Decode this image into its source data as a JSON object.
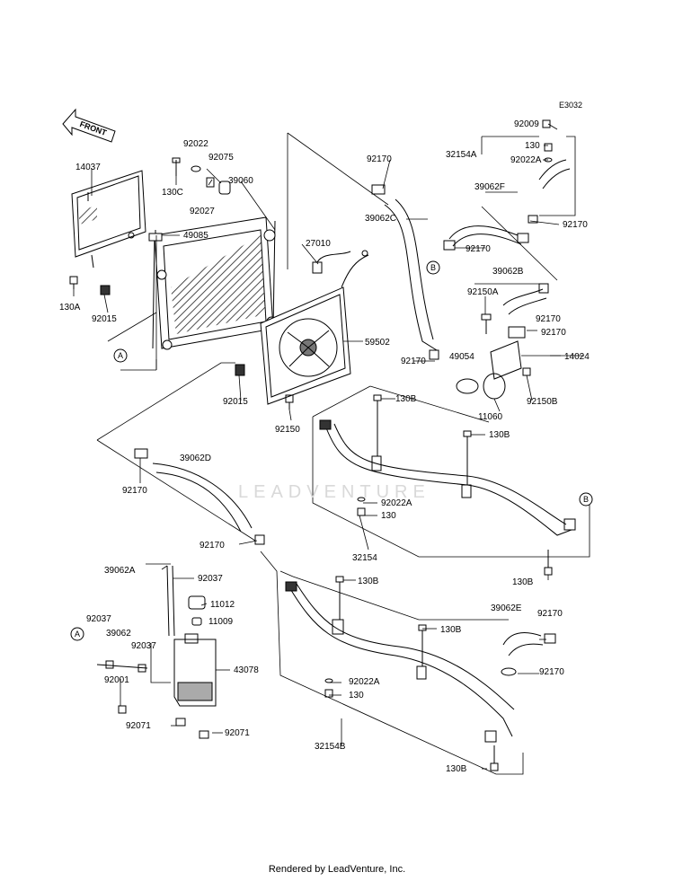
{
  "diagram_code": "E3032",
  "front_label": "FRONT",
  "watermark": "LEADVENTURE",
  "footer": "Rendered by LeadVenture, Inc.",
  "refs": {
    "A": "A",
    "B": "B"
  },
  "labels": {
    "l14037": "14037",
    "l130A": "130A",
    "l92015a": "92015",
    "l92022": "92022",
    "l92075": "92075",
    "l130C": "130C",
    "l92027": "92027",
    "l39060": "39060",
    "l49085": "49085",
    "l27010": "27010",
    "l92170a": "92170",
    "l39062C": "39062C",
    "l92009": "92009",
    "l130a": "130",
    "l32154A": "32154A",
    "l92022Aa": "92022A",
    "l39062F": "39062F",
    "l92170b": "92170",
    "l92170c": "92170",
    "l39062B": "39062B",
    "l92150A": "92150A",
    "l92170d": "92170",
    "l92170e": "92170",
    "l59502": "59502",
    "l92170f": "92170",
    "l49054": "49054",
    "l14024": "14024",
    "l92150B": "92150B",
    "l11060": "11060",
    "l92015b": "92015",
    "l92150": "92150",
    "l130Ba": "130B",
    "l130Bb": "130B",
    "l92170g": "92170",
    "l39062D": "39062D",
    "l92022Ab": "92022A",
    "l130b": "130",
    "l32154": "32154",
    "l92170h": "92170",
    "l130Bc": "130B",
    "l39062A": "39062A",
    "l92037a": "92037",
    "l130Bd": "130B",
    "l11012": "11012",
    "l11009": "11009",
    "l92037b": "92037",
    "l39062": "39062",
    "l92037c": "92037",
    "l43078": "43078",
    "l92001": "92001",
    "l130Be": "130B",
    "l39062E": "39062E",
    "l92170i": "92170",
    "l92170j": "92170",
    "l92022Ac": "92022A",
    "l130c": "130",
    "l92071a": "92071",
    "l92071b": "92071",
    "l32154B": "32154B",
    "l130Bf": "130B"
  }
}
